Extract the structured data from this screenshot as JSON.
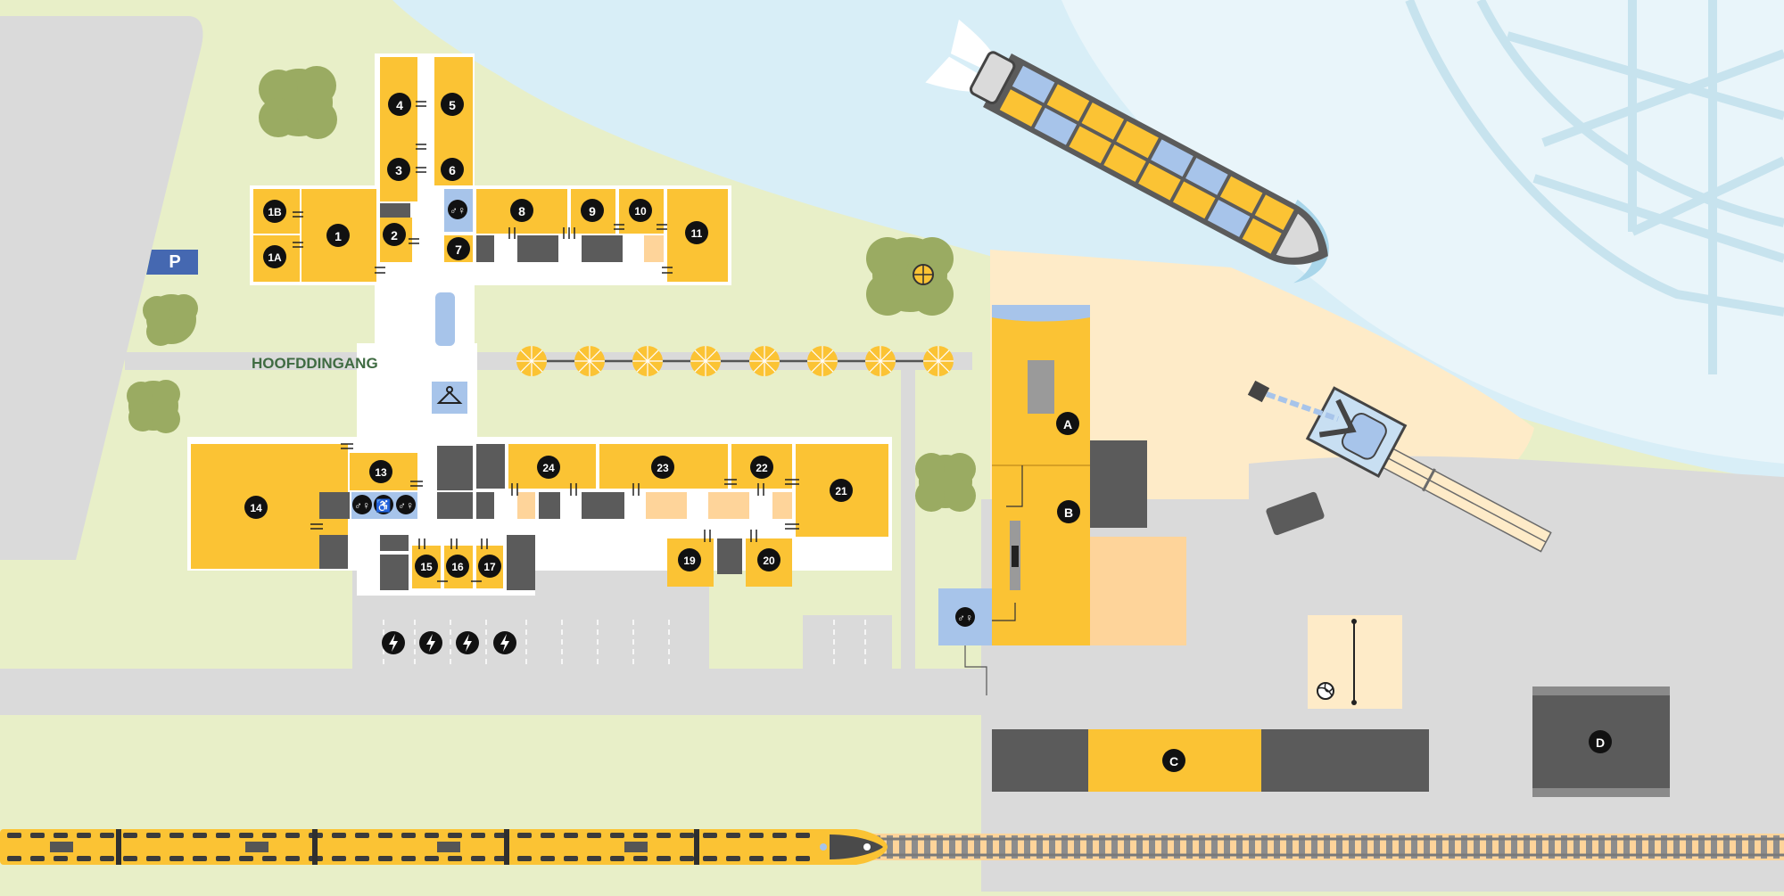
{
  "labels": {
    "entrance": "HOOFDDINGANG",
    "parking": "P"
  },
  "rooms": [
    "1",
    "1A",
    "1B",
    "2",
    "3",
    "4",
    "5",
    "6",
    "7",
    "8",
    "9",
    "10",
    "11",
    "13",
    "14",
    "15",
    "16",
    "17",
    "19",
    "20",
    "21",
    "22",
    "23",
    "24"
  ],
  "halls": [
    "A",
    "B",
    "C",
    "D"
  ],
  "colors": {
    "building": "#fbc334",
    "grass": "#e8efc8",
    "road": "#dadada",
    "water": "#d6edf6",
    "sand": "#fee9c4",
    "dark": "#5b5b5b",
    "blue": "#a7c4ea",
    "marker": "#111111",
    "parking": "#4568b1"
  },
  "icons": [
    "parking-icon",
    "restroom-icon",
    "wheelchair-icon",
    "cloakroom-icon",
    "charging-icon",
    "volleyball-icon",
    "basketball-icon",
    "sun-umbrella-icon",
    "tree-icon",
    "ship-icon",
    "crane-icon",
    "train-icon"
  ]
}
